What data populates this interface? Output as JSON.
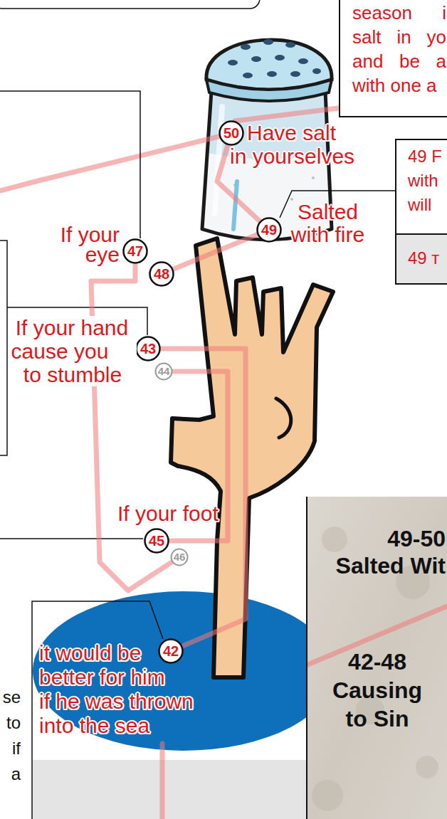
{
  "diagram": {
    "nodes": [
      {
        "text": [
          "season i salt in yo and be a with one a"
        ]
      },
      {
        "text": [
          "50"
        ]
      },
      {
        "text": [
          "49 F with will"
        ]
      },
      {
        "text": [
          "49 т"
        ]
      },
      {
        "text": [
          "49"
        ]
      },
      {
        "text": [
          "47"
        ]
      },
      {
        "text": [
          "48"
        ]
      },
      {
        "text": [
          "43"
        ]
      },
      {
        "text": [
          "44"
        ]
      },
      {
        "text": [
          "49-50 Salted Wit",
          "42-48 Causing to Sin"
        ]
      },
      {
        "text": [
          "45"
        ]
      },
      {
        "text": [
          "46"
        ]
      },
      {
        "text": [
          "42"
        ]
      }
    ],
    "edges": [
      {
        "from": 12,
        "to": 7,
        "arrow": "none"
      },
      {
        "from": 8,
        "to": 10,
        "arrow": "none"
      },
      {
        "from": 11,
        "to": 5,
        "arrow": "none"
      },
      {
        "from": 6,
        "to": 4,
        "arrow": "none"
      },
      {
        "from": 4,
        "to": 1,
        "arrow": "none"
      }
    ],
    "labels": [
      "Have salt in yourselves",
      "Salted with fire",
      "If your eye",
      "If your hand cause you to stumble",
      "If your foot",
      "it would be better for him if he was thrown into the sea",
      "se to if a"
    ]
  }
}
